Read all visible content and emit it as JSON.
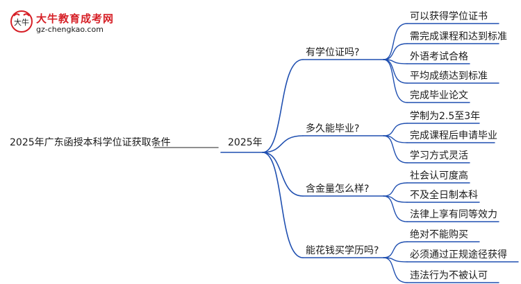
{
  "logo": {
    "mark_text": "大牛",
    "title": "大牛教育成考网",
    "url": "gz-chengkao.com"
  },
  "colors": {
    "link": "#1f4fb0",
    "root_line": "#6b6b6b",
    "brand": "#d61f26"
  },
  "mindmap": {
    "root": "2025年广东函授本科学位证获取条件",
    "center": "2025年",
    "branches": [
      {
        "label": "有学位证吗?",
        "leaves": [
          "可以获得学位证书",
          "需完成课程和达到标准",
          "外语考试合格",
          "平均成绩达到标准",
          "完成毕业论文"
        ]
      },
      {
        "label": "多久能毕业?",
        "leaves": [
          "学制为2.5至3年",
          "完成课程后申请毕业",
          "学习方式灵活"
        ]
      },
      {
        "label": "含金量怎么样?",
        "leaves": [
          "社会认可度高",
          "不及全日制本科",
          "法律上享有同等效力"
        ]
      },
      {
        "label": "能花钱买学历吗?",
        "leaves": [
          "绝对不能购买",
          "必须通过正规途径获得",
          "违法行为不被认可"
        ]
      }
    ]
  }
}
